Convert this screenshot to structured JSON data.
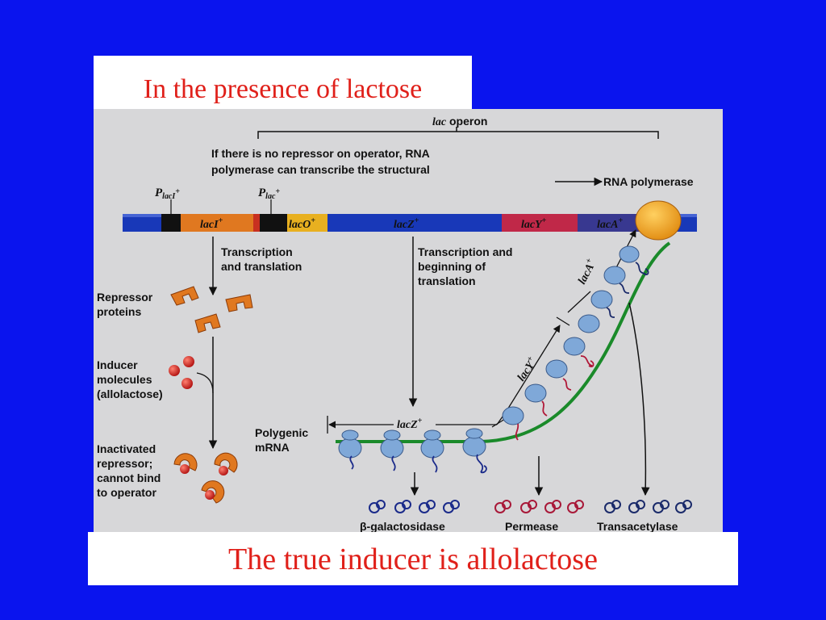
{
  "slide": {
    "title": "In the presence of lactose",
    "footer": "The true inducer is allolactose"
  },
  "figure": {
    "operon_label_italic": "lac",
    "operon_label_rest": " operon",
    "note_line1": "If there is no repressor on operator, RNA",
    "note_line2": "polymerase can transcribe the structural",
    "rna_polymerase": "RNA polymerase",
    "promoter_laci_main": "P",
    "promoter_laci_sub": "lacI",
    "promoter_laci_sup": "+",
    "promoter_lac_main": "P",
    "promoter_lac_sub": "lac",
    "promoter_lac_sup": "+",
    "genes": {
      "laci": "lacI",
      "laco": "lacO",
      "lacz": "lacZ",
      "lacy": "lacY",
      "laca": "lacA",
      "plus": "+"
    },
    "transcription_translation_1": "Transcription",
    "transcription_translation_2": "and translation",
    "tx_beginning_1": "Transcription and",
    "tx_beginning_2": "beginning of",
    "tx_beginning_3": "translation",
    "repressor_1": "Repressor",
    "repressor_2": "proteins",
    "inducer_1": "Inducer",
    "inducer_2": "molecules",
    "inducer_3": "(allolactose)",
    "inactivated_1": "Inactivated",
    "inactivated_2": "repressor;",
    "inactivated_3": "cannot bind",
    "inactivated_4": "to operator",
    "polygenic_1": "Polygenic",
    "polygenic_2": "mRNA",
    "mrna_lacz": "lacZ",
    "mrna_lacy": "lacY",
    "mrna_laca": "lacA",
    "products": {
      "beta_symbol": "β",
      "galactosidase": "-galactosidase",
      "permease": "Permease",
      "transacetylase": "Transacetylase"
    },
    "colors": {
      "background": "#0a14ee",
      "title_red": "#e0201a",
      "figure_gray": "#d7d7d9",
      "dna_blue": "#1838b8",
      "laci_orange": "#e07820",
      "laco_yellow": "#e8b020",
      "lacy_red": "#c02848",
      "laca_purple": "#383890",
      "polymerase": "#f0a020",
      "mrna_green": "#1a8a2a",
      "ribosome": "#7fa8d8"
    }
  }
}
